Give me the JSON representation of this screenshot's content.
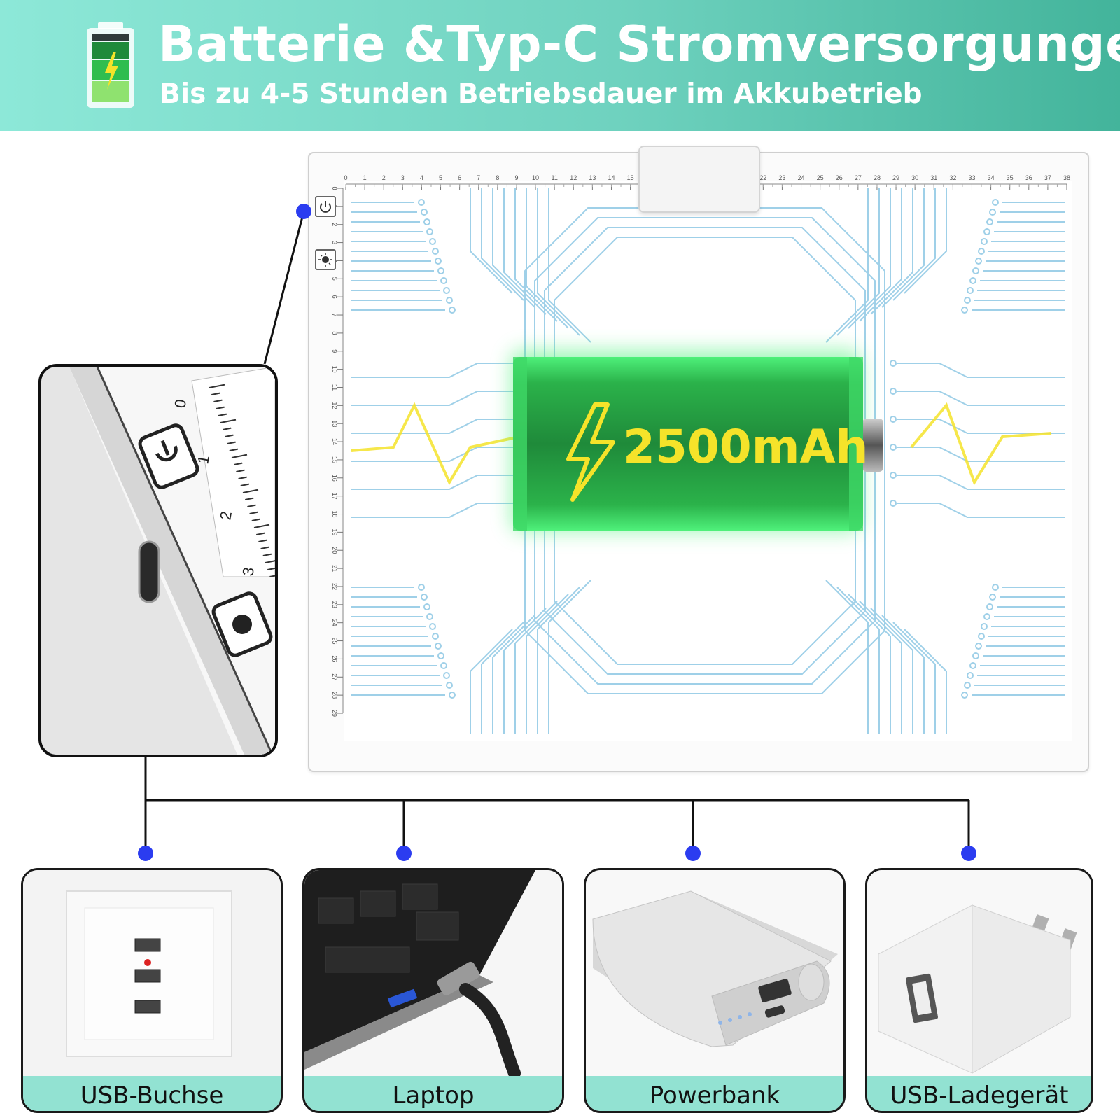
{
  "header": {
    "title": "Batterie &Typ-C Stromversorgungen",
    "subtitle": "Bis zu 4-5 Stunden Betriebsdauer im Akkubetrieb",
    "icon": "battery-charging-icon"
  },
  "board": {
    "battery_capacity": "2500mAh",
    "ruler_top_start": 0,
    "ruler_top_end": 38,
    "ruler_left_start": 0,
    "ruler_left_end": 29,
    "zoom_ruler_labels": [
      "0",
      "1",
      "2",
      "3"
    ]
  },
  "colors": {
    "header_start": "#8de8d8",
    "header_end": "#43b49b",
    "battery_green": "#3ddb6a",
    "lightning_yellow": "#f5e32a",
    "connector_dot": "#2b3cf0",
    "label_bar": "#92e2d2",
    "circuit": "#9fd0e8"
  },
  "sources": [
    {
      "label": "USB-Buchse",
      "icon": "usb-socket-icon"
    },
    {
      "label": "Laptop",
      "icon": "laptop-icon"
    },
    {
      "label": "Powerbank",
      "icon": "powerbank-icon"
    },
    {
      "label": "USB-Ladegerät",
      "icon": "usb-charger-icon"
    }
  ]
}
